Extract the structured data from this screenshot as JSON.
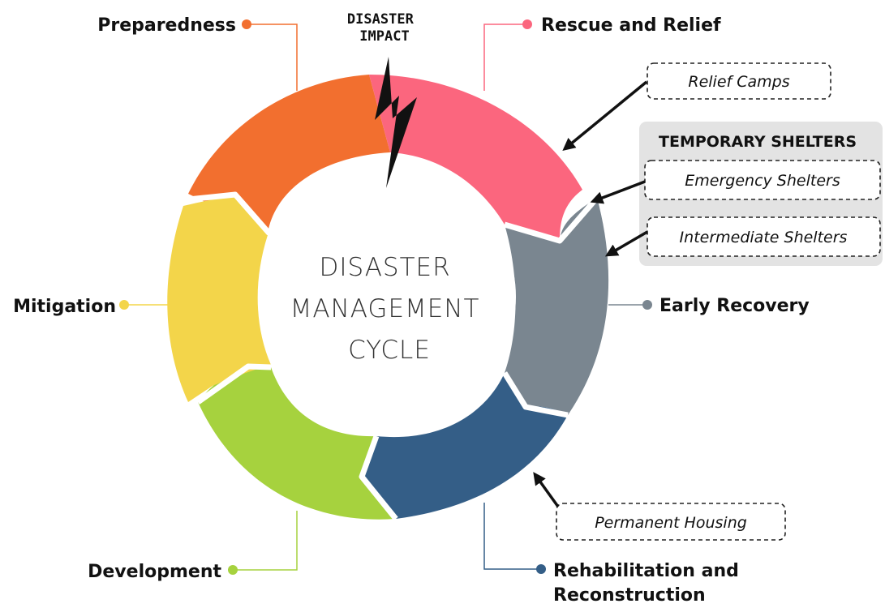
{
  "diagram": {
    "center_title_lines": [
      "DISASTER",
      "MANAGEMENT",
      "CYCLE"
    ],
    "impact_lines": [
      "DISASTER",
      "IMPACT"
    ],
    "phases": [
      {
        "id": "preparedness",
        "label_lines": [
          "Preparedness"
        ],
        "color": "#F26F2F",
        "icon": "bullet-dot"
      },
      {
        "id": "rescue",
        "label_lines": [
          "Rescue and Relief"
        ],
        "color": "#FB667E",
        "icon": "bullet-dot"
      },
      {
        "id": "early-recovery",
        "label_lines": [
          "Early Recovery"
        ],
        "color": "#7A8690",
        "icon": "bullet-dot"
      },
      {
        "id": "rehabilitation",
        "label_lines": [
          "Rehabilitation and",
          "Reconstruction"
        ],
        "color": "#345E87",
        "icon": "bullet-dot"
      },
      {
        "id": "development",
        "label_lines": [
          "Development"
        ],
        "color": "#A6D23E",
        "icon": "bullet-dot"
      },
      {
        "id": "mitigation",
        "label_lines": [
          "Mitigation"
        ],
        "color": "#F3D54A",
        "icon": "bullet-dot"
      }
    ],
    "callouts": {
      "relief_camps": "Relief Camps",
      "temporary_shelters_title": "TEMPORARY SHELTERS",
      "emergency_shelters": "Emergency Shelters",
      "intermediate_shelters": "Intermediate Shelters",
      "permanent_housing": "Permanent Housing"
    },
    "colors": {
      "group_panel": "#E3E3E3",
      "lightning": "#111111"
    }
  }
}
